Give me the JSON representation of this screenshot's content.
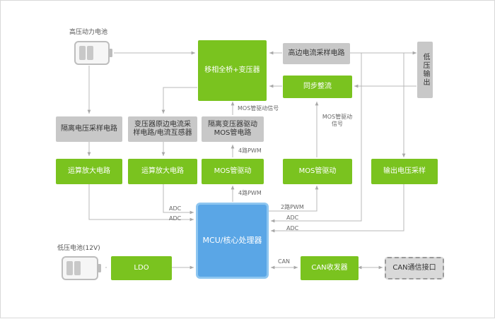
{
  "blocks": {
    "hv_battery": "高压动力电池",
    "lv_battery": "低压电池(12V)",
    "phase_shift_bridge": "移相全桥+变压器",
    "hs_current_sample": "高边电流采样电路",
    "lv_output": "低压输出",
    "sync_rect": "同步整流",
    "iso_voltage_sample": "隔离电压采样电路",
    "xfmr_current_sample": "变压器原边电流采样电路/电流互感器",
    "iso_xfmr_driver": "隔离变压器驱动MOS管电路",
    "opamp_1": "运算放大电路",
    "opamp_2": "运算放大电路",
    "mos_driver_1": "MOS管驱动",
    "mos_driver_2": "MOS管驱动",
    "output_voltage_sample": "输出电压采样",
    "mcu": "MCU/核心处理器",
    "ldo": "LDO",
    "can_transceiver": "CAN收发器",
    "can_interface": "CAN通信接口"
  },
  "labels": {
    "mos_drive_signal_1": "MOS管驱动信号",
    "mos_drive_signal_2": "MOS管驱动信号",
    "pwm4_a": "4路PWM",
    "pwm4_b": "4路PWM",
    "pwm2": "2路PWM",
    "adc_1": "ADC",
    "adc_2": "ADC",
    "adc_3": "ADC",
    "adc_4": "ADC",
    "can": "CAN"
  },
  "colors": {
    "green": "#7ac31f",
    "gray": "#c8c8c8",
    "blue": "#5aa6e6",
    "wire": "#b0b0b0"
  },
  "icons": [
    "battery-icon",
    "battery-icon"
  ]
}
